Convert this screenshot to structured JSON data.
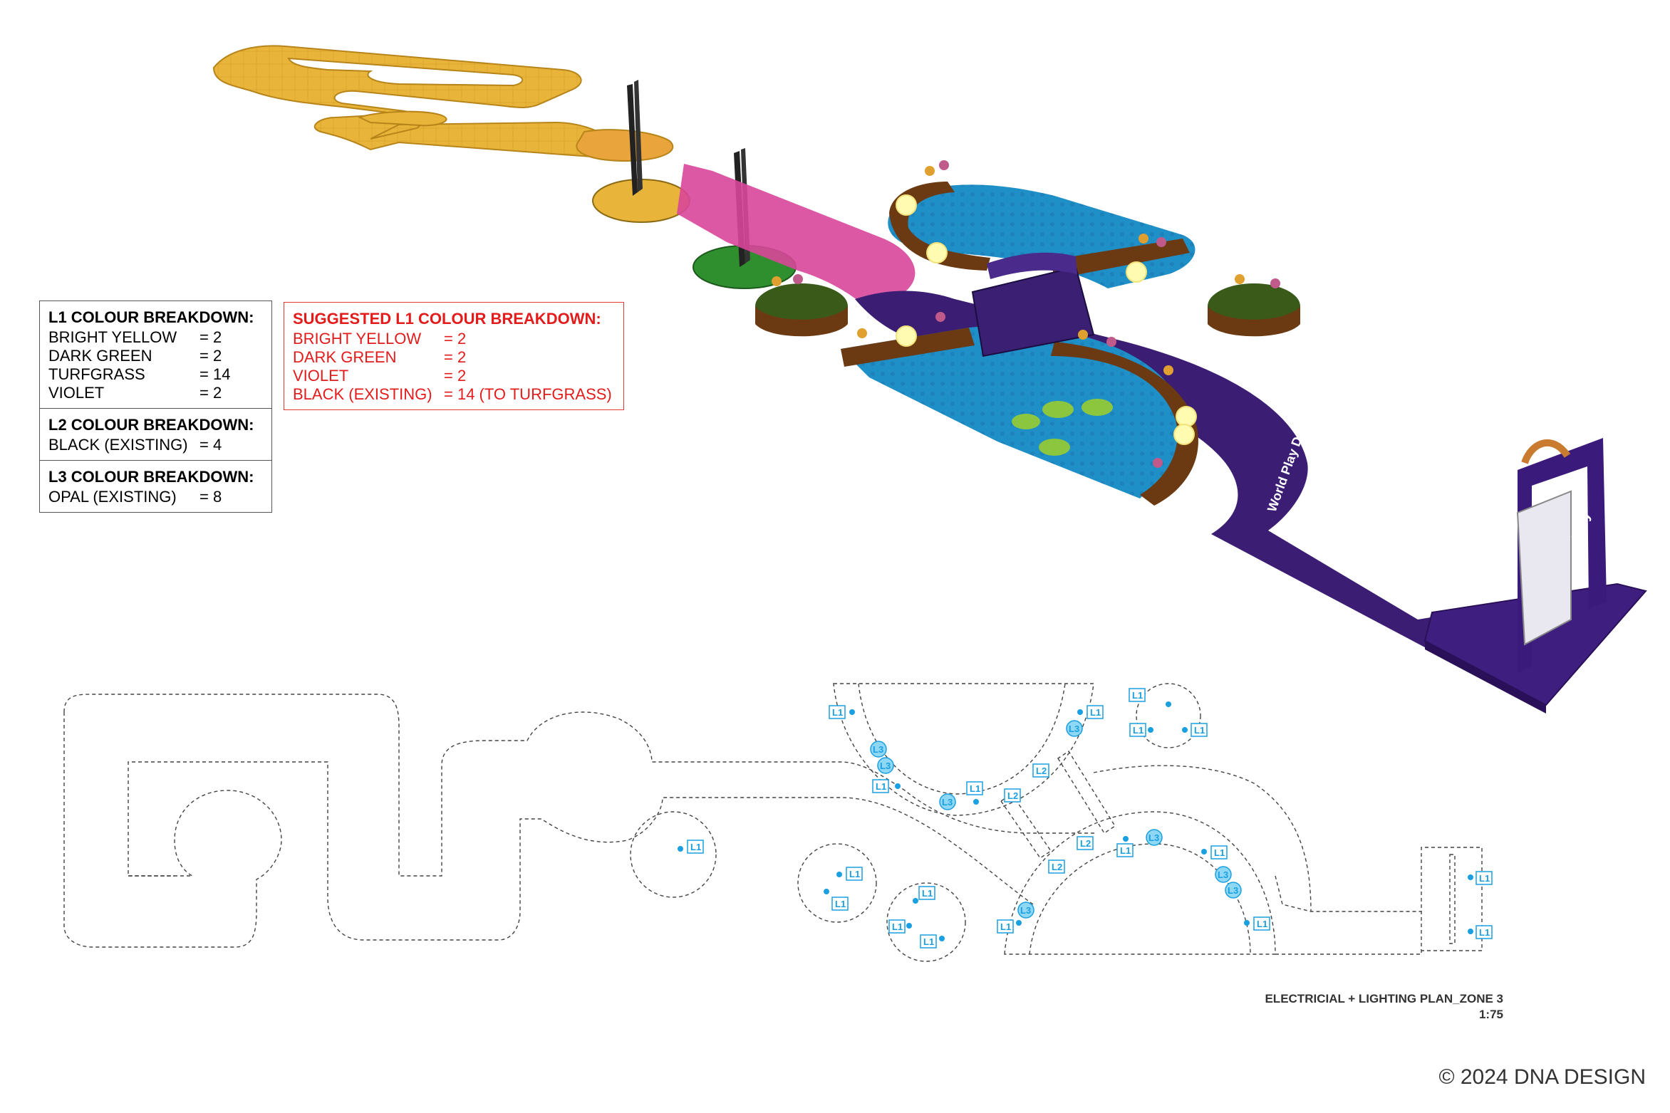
{
  "legend": {
    "l1_title": "L1 COLOUR BREAKDOWN:",
    "l1_items": [
      {
        "name": "BRIGHT YELLOW",
        "value": "= 2"
      },
      {
        "name": "DARK GREEN",
        "value": "= 2"
      },
      {
        "name": "TURFGRASS",
        "value": "= 14"
      },
      {
        "name": "VIOLET",
        "value": "= 2"
      }
    ],
    "l2_title": "L2 COLOUR BREAKDOWN:",
    "l2_items": [
      {
        "name": "BLACK (EXISTING)",
        "value": "= 4"
      }
    ],
    "l3_title": "L3 COLOUR BREAKDOWN:",
    "l3_items": [
      {
        "name": "OPAL (EXISTING)",
        "value": "= 8"
      }
    ]
  },
  "suggested": {
    "title": "SUGGESTED L1 COLOUR BREAKDOWN:",
    "items": [
      {
        "name": "BRIGHT YELLOW",
        "value": "= 2"
      },
      {
        "name": "DARK GREEN",
        "value": "= 2"
      },
      {
        "name": "VIOLET",
        "value": "= 2"
      },
      {
        "name": "BLACK (EXISTING)",
        "value": "= 14 (TO TURFGRASS)"
      }
    ]
  },
  "render": {
    "signage_text_1": "World Play Day",
    "signage_text_2": "Play"
  },
  "plan": {
    "title": "ELECTRICIAL + LIGHTING PLAN_ZONE 3",
    "scale": "1:75",
    "fixture_labels": {
      "l1": "L1",
      "l2": "L2",
      "l3": "L3"
    }
  },
  "footer": {
    "copyright": "© 2024 DNA DESIGN"
  },
  "colors": {
    "yellow_path": "#e8b53a",
    "violet_path": "#3b1d73",
    "pink_path": "#d9469a",
    "water": "#1f8fc8",
    "green_pad": "#2f8f2f",
    "fixture_cyan": "#1a9fe0",
    "suggested_red": "#e31b1b"
  }
}
